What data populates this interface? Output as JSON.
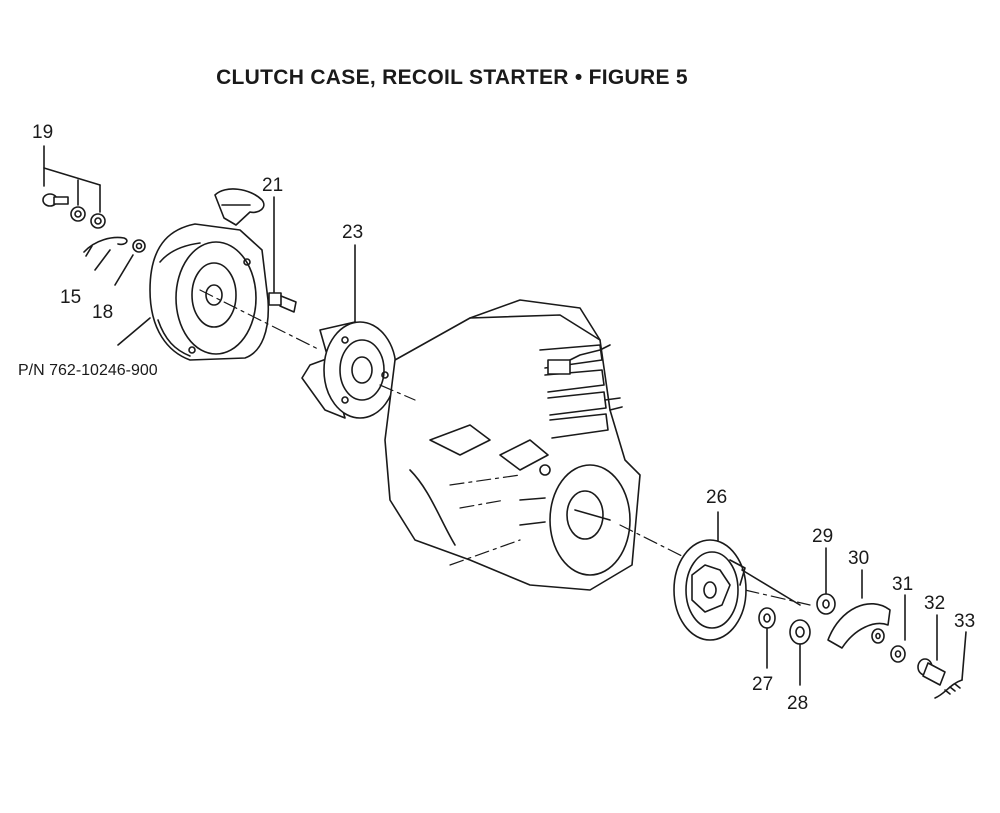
{
  "title": "CLUTCH CASE, RECOIL STARTER •  FIGURE 5",
  "part_number_label": "P/N  762-10246-900",
  "callouts": {
    "c19": "19",
    "c21": "21",
    "c23": "23",
    "c15": "15",
    "c18": "18",
    "c26": "26",
    "c29": "29",
    "c30": "30",
    "c31": "31",
    "c32": "32",
    "c33": "33",
    "c27": "27",
    "c28": "28"
  }
}
